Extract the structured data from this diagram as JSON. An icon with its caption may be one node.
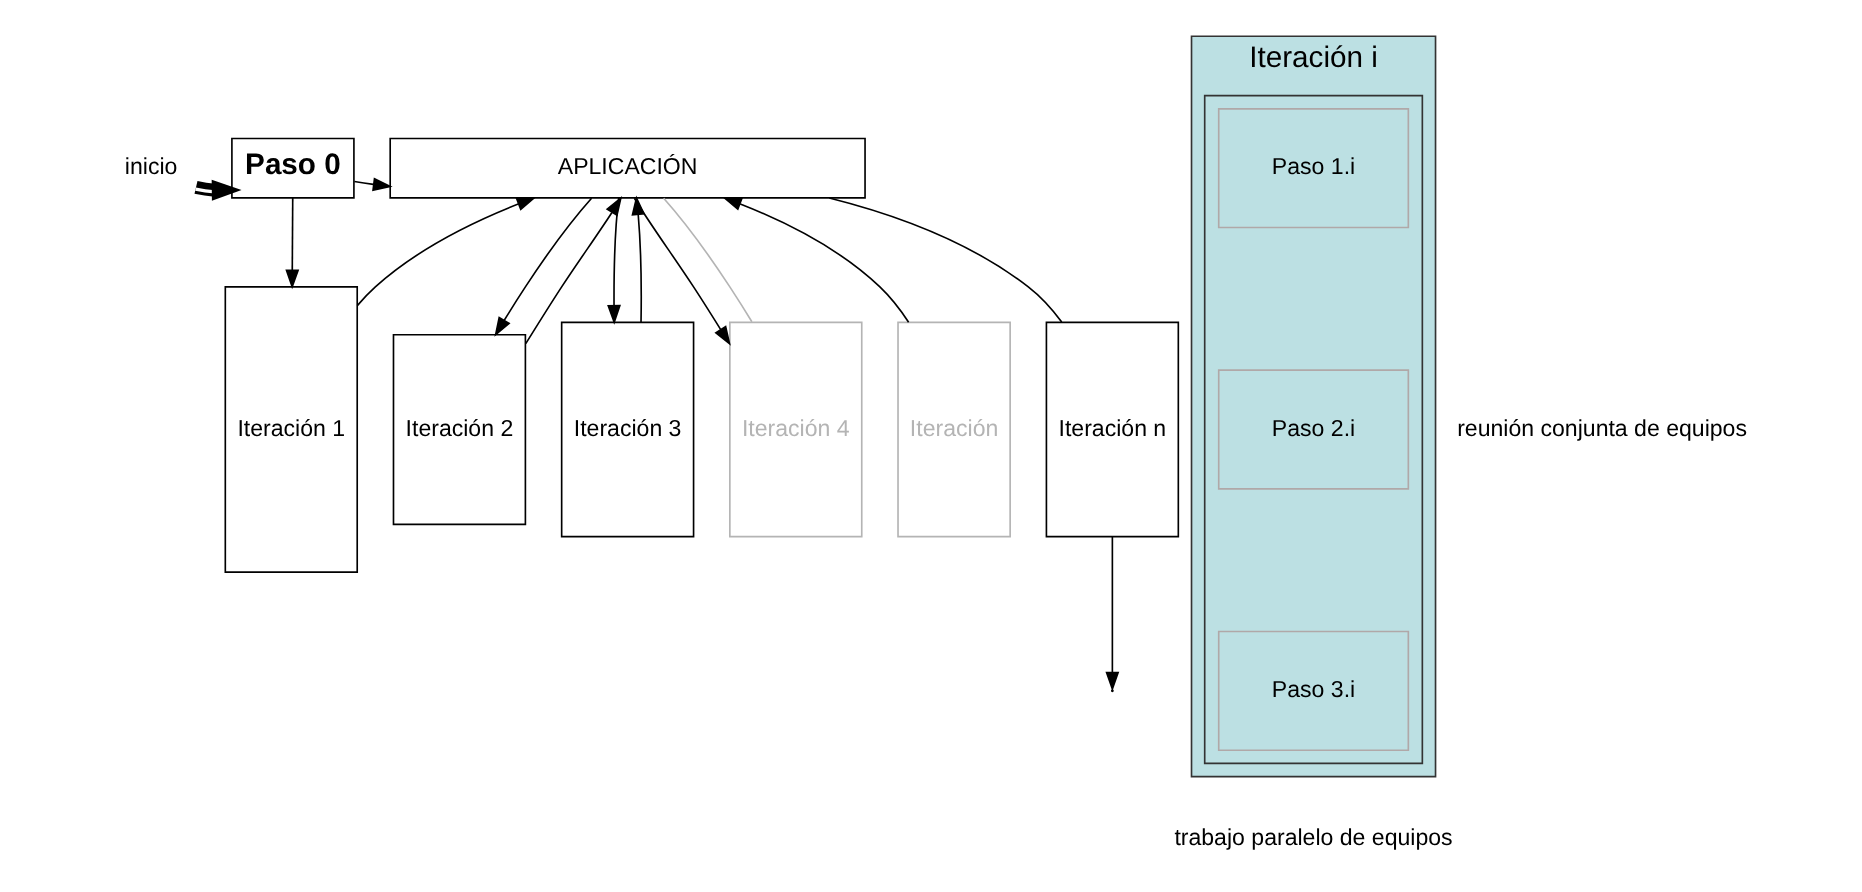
{
  "diagram": {
    "nodes": [
      {
        "text": [
          "Paso 0"
        ]
      },
      {
        "text": [
          "inicio"
        ]
      },
      {
        "text": [
          "APLICACIÓN"
        ]
      },
      {
        "text": [
          "Iteración 1"
        ]
      },
      {
        "text": [
          "Iteración 2"
        ]
      },
      {
        "text": [
          "Iteración 3"
        ]
      },
      {
        "text": [
          "Iteración 4"
        ]
      },
      {
        "text": [
          "Iteración"
        ]
      },
      {
        "text": [
          "Iteración n"
        ]
      },
      {
        "text": [
          "Iteración i"
        ]
      },
      {
        "text": [],
        "shape": "box",
        "in": 9
      },
      {
        "text": [
          "Paso 1.i"
        ],
        "in": 10
      },
      {
        "text": [
          "Paso 2.i"
        ],
        "in": 10
      },
      {
        "text": [
          "Paso 3.i"
        ],
        "in": 10
      }
    ],
    "edges": [
      {
        "from": 1,
        "to": 0,
        "arrow": "to",
        "style": "thick"
      },
      {
        "from": 0,
        "to": 2,
        "arrow": "to"
      },
      {
        "from": 0,
        "to": 3,
        "arrow": "to"
      },
      {
        "from": 3,
        "to": 2,
        "arrow": "to"
      },
      {
        "from": 2,
        "to": 4,
        "arrow": "to"
      },
      {
        "from": 4,
        "to": 2,
        "arrow": "to"
      },
      {
        "from": 2,
        "to": 5,
        "arrow": "to"
      },
      {
        "from": 5,
        "to": 2,
        "arrow": "to"
      },
      {
        "from": 2,
        "to": 6,
        "arrow": "to"
      },
      {
        "from": 6,
        "to": 2,
        "arrow": "none",
        "color": "#b4b4b4"
      },
      {
        "from": 7,
        "to": 2,
        "arrow": "to"
      },
      {
        "from": 2,
        "to": 8,
        "arrow": "none"
      },
      {
        "from": 8,
        "to": null,
        "arrow": "to"
      }
    ],
    "labels": [
      "reunión conjunta de equipos",
      "trabajo paralelo de equipos"
    ]
  }
}
